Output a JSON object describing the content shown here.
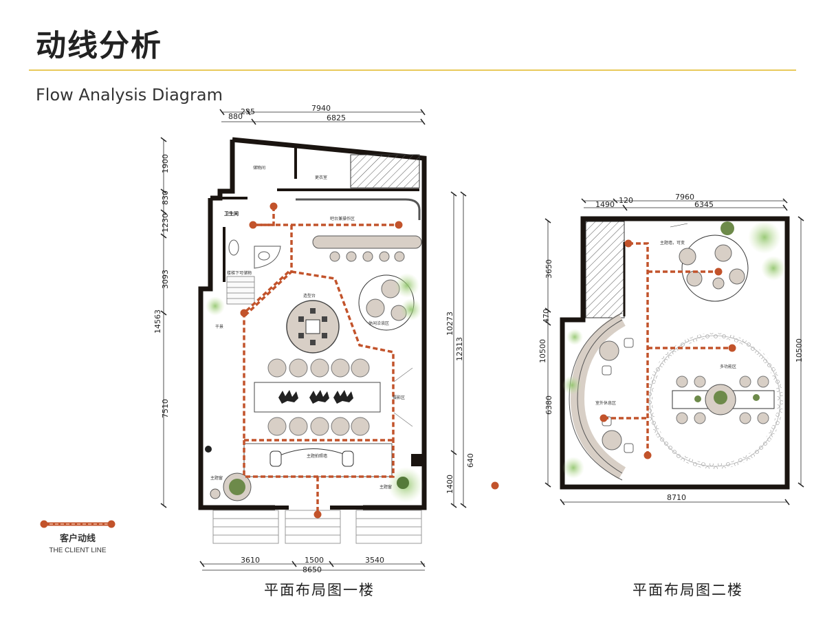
{
  "header": {
    "title_cn": "动线分析",
    "title_en": "Flow Analysis Diagram"
  },
  "legend": {
    "label_cn": "客户动线",
    "label_en": "THE CLIENT LINE",
    "line_color": "#c2532b"
  },
  "floor1": {
    "caption": "平面布局图一楼",
    "dims_top": [
      "880",
      "235",
      "7940",
      "6825"
    ],
    "dims_left": [
      "1900",
      "830",
      "1230",
      "3093",
      "14563",
      "7510"
    ],
    "dims_right": [
      "10273",
      "12313",
      "1400",
      "640"
    ],
    "dims_bottom": [
      "3610",
      "1500",
      "3540",
      "8650"
    ],
    "rooms": {
      "storage": "储物间",
      "changing": "更衣室",
      "restroom": "卫生间",
      "bar": "吧台兼操作区",
      "under_stairs": "楼梯下可储物",
      "shaping": "造型台",
      "leisure": "休闲洽谈区",
      "landscape": "干景",
      "photo": "摄影区",
      "theme_wall": "主题拍照墙",
      "theme_window_left": "主题窗",
      "theme_window_right": "主题窗"
    }
  },
  "floor2": {
    "caption": "平面布局图二楼",
    "dims_top": [
      "1490",
      "120",
      "7960",
      "6345"
    ],
    "dims_left": [
      "3650",
      "470",
      "10500",
      "6380"
    ],
    "dims_right": [
      "10500"
    ],
    "dims_bottom": [
      "8710"
    ],
    "rooms": {
      "theme_wall": "主题墙，可变",
      "multi": "多功能区",
      "outdoor": "室外休息区"
    }
  }
}
